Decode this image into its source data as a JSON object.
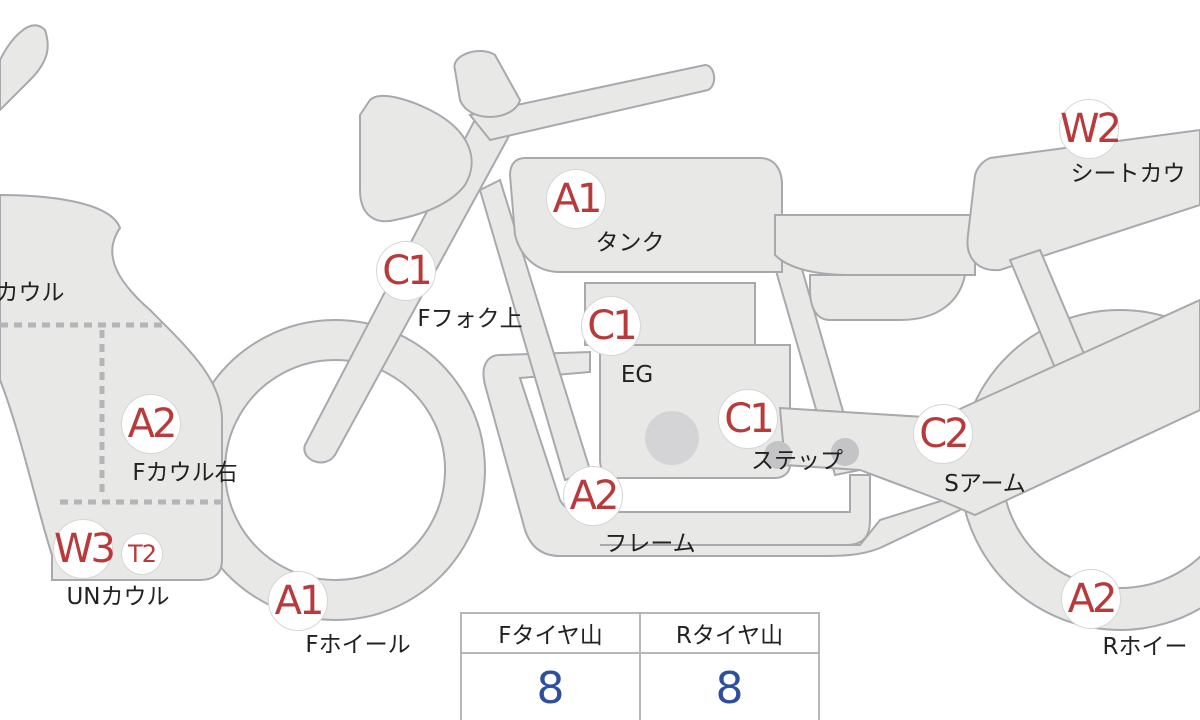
{
  "colors": {
    "part_fill": "#e8e8e6",
    "part_stroke": "#a7a9ac",
    "grade_text": "#b83a3a",
    "tire_value": "#2d4f9e"
  },
  "parts": [
    {
      "id": "tank",
      "grade": "A1",
      "label": "タンク"
    },
    {
      "id": "fork",
      "grade": "C1",
      "label": "Fフォク上"
    },
    {
      "id": "engine",
      "grade": "C1",
      "label": "EG"
    },
    {
      "id": "step",
      "grade": "C1",
      "label": "ステップ"
    },
    {
      "id": "frame",
      "grade": "A2",
      "label": "フレーム"
    },
    {
      "id": "swingarm",
      "grade": "C2",
      "label": "Sアーム"
    },
    {
      "id": "seat",
      "grade": "W2",
      "label": "シートカウ"
    },
    {
      "id": "rwheel",
      "grade": "A2",
      "label": "Rホイー"
    },
    {
      "id": "fcowl_r",
      "grade": "A2",
      "label": "Fカウル右"
    },
    {
      "id": "uncowl",
      "grade": "W3",
      "grade2": "T2",
      "label": "UNカウル"
    },
    {
      "id": "fwheel",
      "grade": "A1",
      "label": "Fホイール"
    },
    {
      "id": "cowl",
      "label": "カウル"
    }
  ],
  "tire_table": {
    "headers": [
      "Fタイヤ山",
      "Rタイヤ山"
    ],
    "values": [
      "8",
      "8"
    ]
  }
}
